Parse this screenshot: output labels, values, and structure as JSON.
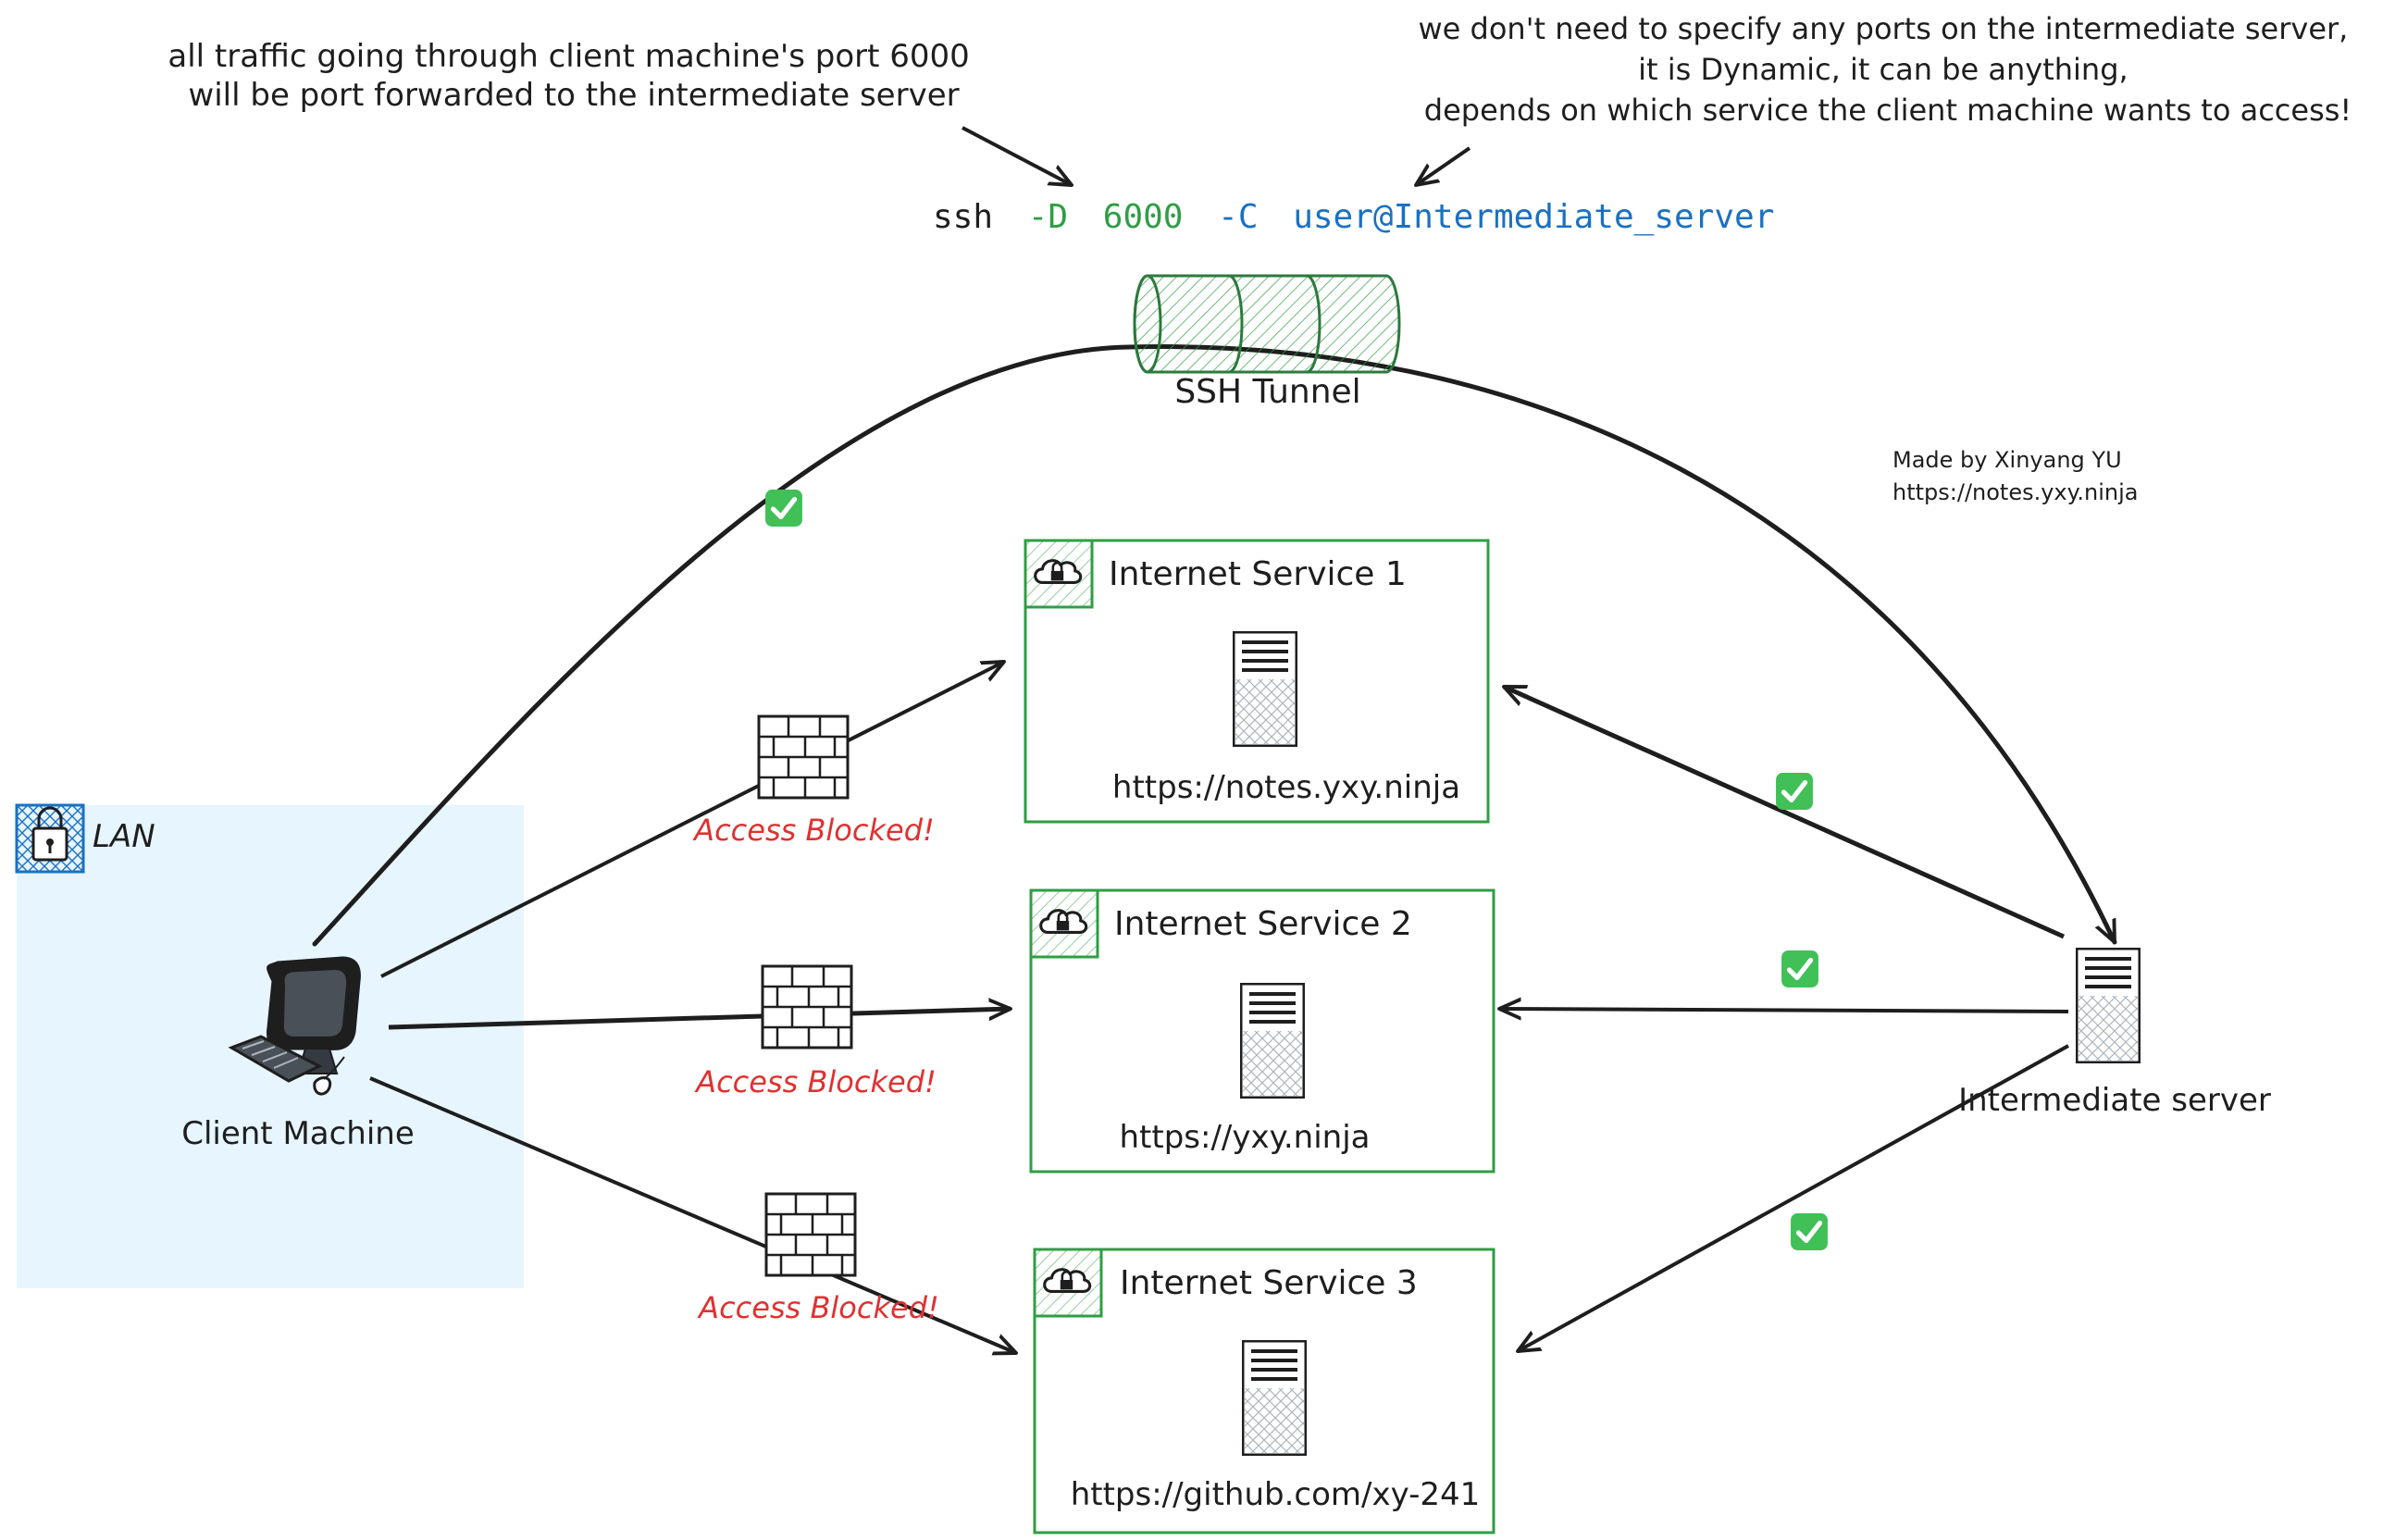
{
  "annotations": {
    "left_note": [
      "all traffic going through client machine's port 6000",
      "will be port forwarded to the intermediate server"
    ],
    "right_note": [
      "we don't need to specify any ports on the intermediate server,",
      "it is Dynamic, it can be anything,",
      "depends on which service the client machine wants to access!"
    ],
    "credit": [
      "Made by Xinyang YU",
      "https://notes.yxy.ninja"
    ]
  },
  "command": {
    "prefix": "ssh",
    "flag_d": "-D",
    "port": "6000",
    "flag_c": "-C",
    "target": "user@Intermediate_server"
  },
  "tunnel": {
    "label": "SSH Tunnel"
  },
  "lan": {
    "label": "LAN"
  },
  "client": {
    "label": "Client Machine"
  },
  "intermediate": {
    "label": "Intermediate server"
  },
  "services": [
    {
      "title": "Internet Service 1",
      "url": "https://notes.yxy.ninja"
    },
    {
      "title": "Internet Service 2",
      "url": "https://yxy.ninja"
    },
    {
      "title": "Internet Service 3",
      "url": "https://github.com/xy-241"
    }
  ],
  "firewall": {
    "blocked_label": "Access Blocked!"
  },
  "status": {
    "ok_glyph": "✓"
  },
  "colors": {
    "ink": "#1e1e1e",
    "green": "#2f9e44",
    "green_dark": "#2b7a3d",
    "blue": "#1971c2",
    "red": "#e03131",
    "lan_fill": "#e7f5ff",
    "check_bg": "#40c057"
  }
}
